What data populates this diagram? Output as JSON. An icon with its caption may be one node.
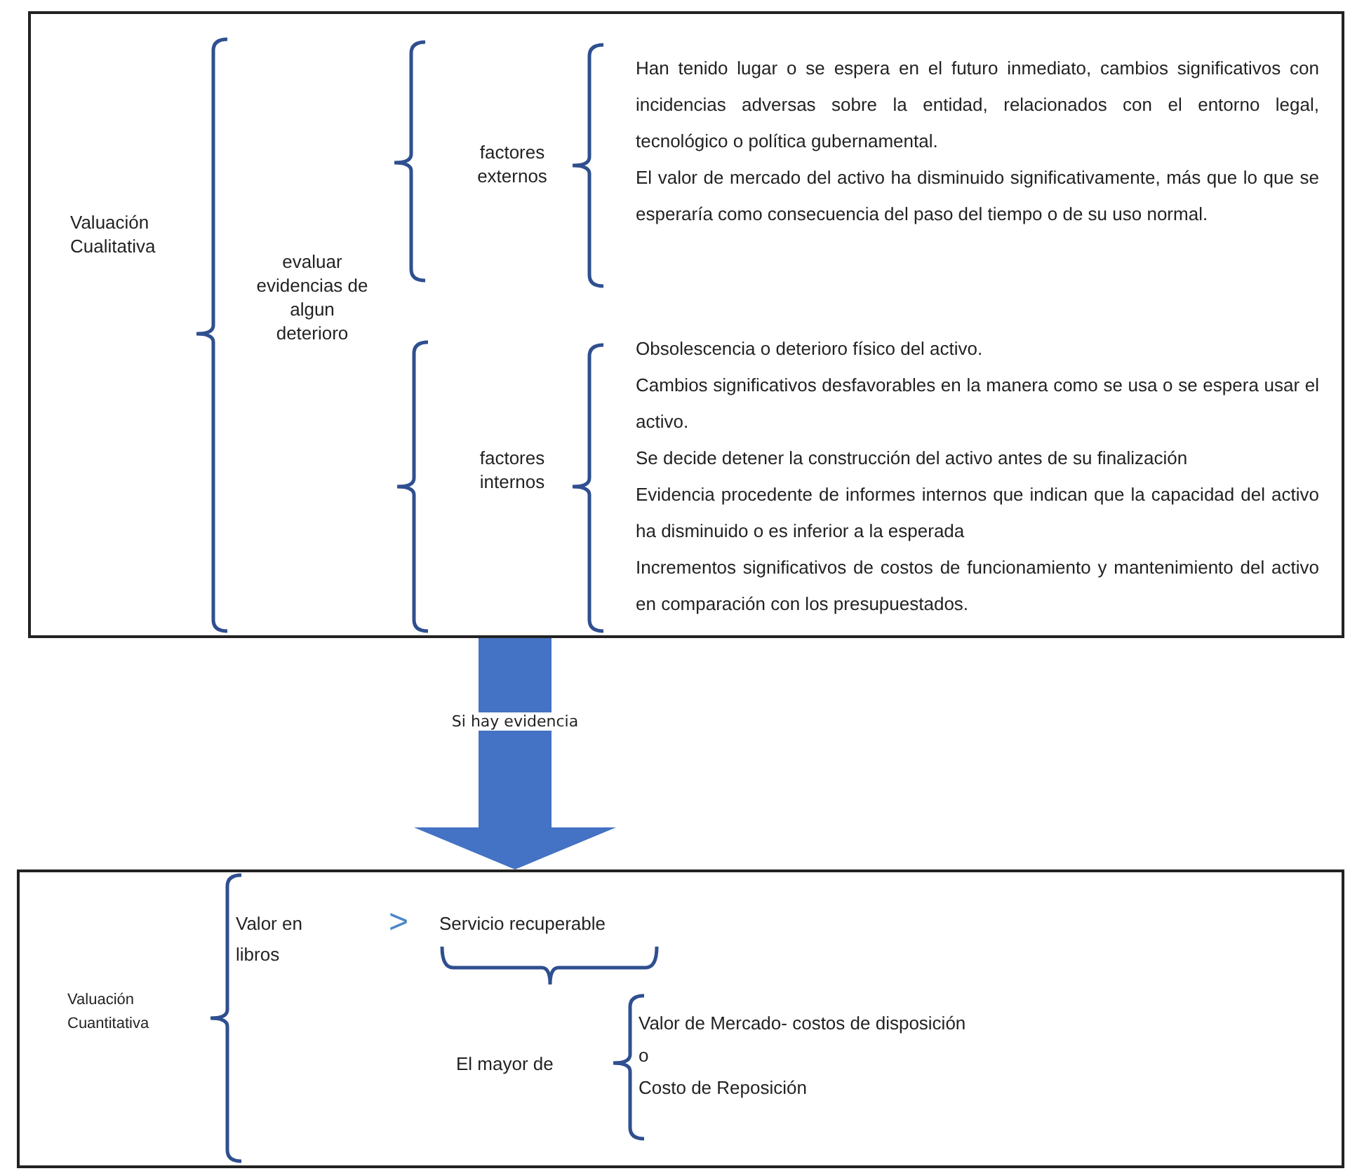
{
  "diagram": {
    "nodes": [
      {
        "text": [],
        "shape": "box"
      },
      {
        "text": [
          "Valuación Cualitativa"
        ],
        "in": 0
      },
      {
        "text": [
          "evaluar evidencias de algun deterioro"
        ],
        "in": 0
      },
      {
        "text": [
          "factores externos"
        ],
        "in": 0
      },
      {
        "text": [
          "Han tenido lugar o se espera en el futuro inmediato, cambios significativos con incidencias adversas sobre la entidad, relacionados con el entorno legal, tecnológico o política gubernamental.",
          "El valor de mercado del activo ha disminuido significativamente, más que lo que se esperaría como consecuencia del paso del tiempo o de su uso normal."
        ],
        "in": 0
      },
      {
        "text": [
          "factores internos"
        ],
        "in": 0
      },
      {
        "text": [
          "Obsolescencia o deterioro físico del activo.",
          "Cambios significativos desfavorables en la manera como se usa o se espera usar el activo.",
          "Se decide detener la construcción del activo antes de su finalización",
          "Evidencia procedente de informes internos que indican que la capacidad del activo ha disminuido o es inferior a la esperada",
          "Incrementos significativos de costos de funcionamiento y mantenimiento del activo en comparación con los presupuestados."
        ],
        "in": 0
      },
      {
        "text": [],
        "shape": "box"
      },
      {
        "text": [
          "Valuación Cuantitativa"
        ],
        "in": 7
      },
      {
        "text": [
          "Valor en libros"
        ],
        "in": 7
      },
      {
        "text": [
          "Servicio recuperable"
        ],
        "in": 7
      },
      {
        "text": [
          "El mayor de"
        ],
        "in": 7
      },
      {
        "text": [
          "Valor de Mercado- costos de disposición",
          "o",
          "Costo de Reposición"
        ],
        "in": 7
      }
    ],
    "edges": [
      {
        "from": 0,
        "to": 7,
        "arrow": "to",
        "label": "Si hay evidencia"
      }
    ],
    "labels": [
      ">"
    ]
  }
}
